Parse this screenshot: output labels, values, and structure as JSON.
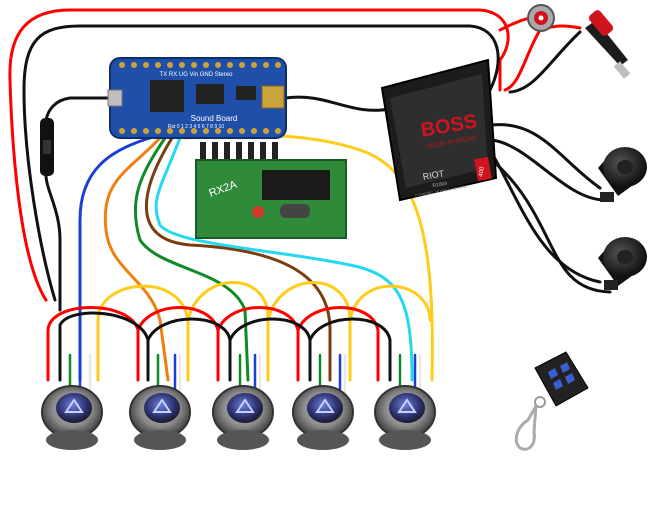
{
  "sound_board": {
    "label": "Sound Board",
    "top_pins": "TX RX UG Vin GND Stereo",
    "bottom_pins": "Rst 0 1 2 3 4 5 6 7 8 9 10",
    "color": "#1f4fa8"
  },
  "rf_receiver": {
    "label": "RX2A",
    "color": "#2f8a3a"
  },
  "amplifier": {
    "brand": "BOSS",
    "subtitle": "AUDIO SYSTEMS",
    "model": "RIOT",
    "model_code": "R1004",
    "sublabel": "2 CHANNEL MOSFET AMPLIFIER",
    "power_badge": "400",
    "accent": "#d0141e"
  },
  "wire_colors": {
    "red": "#ff0000",
    "black": "#111111",
    "blue": "#1b3fd1",
    "orange": "#f07f10",
    "green": "#0f8a25",
    "brown": "#7a3d0f",
    "cyan": "#25d8f0",
    "yellow": "#ffcc1a",
    "white": "#e8e8e8"
  },
  "icons": [
    "push-button-switch-icon",
    "speaker-icon",
    "key-fob-remote-icon",
    "cigarette-lighter-plug-icon",
    "toggle-switch-icon",
    "inline-fuse-icon"
  ]
}
